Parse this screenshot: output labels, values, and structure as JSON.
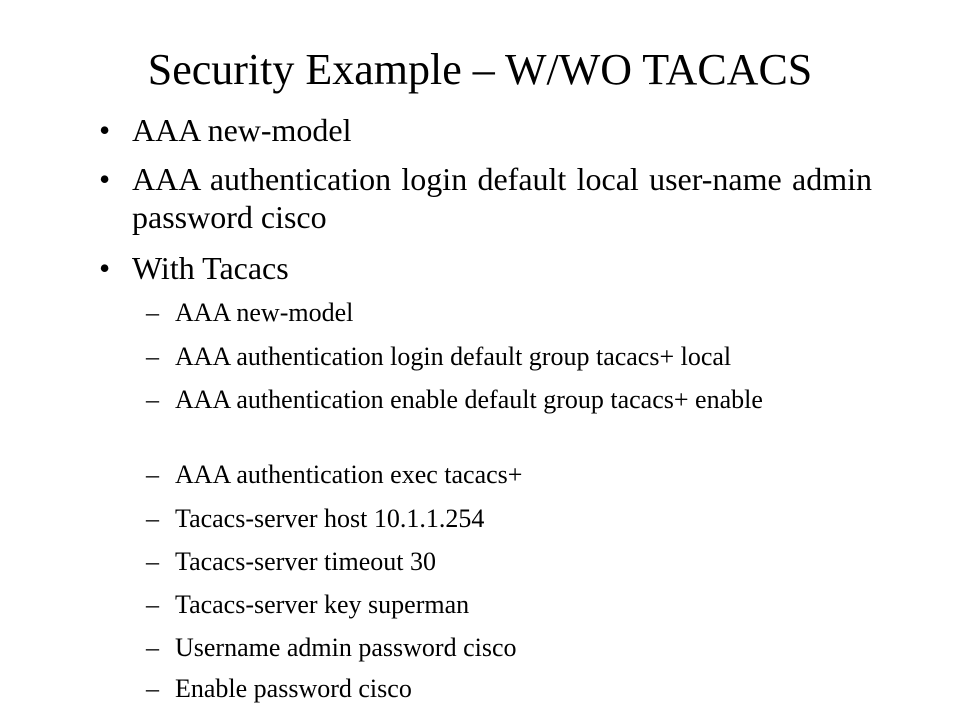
{
  "title": "Security Example – W/WO TACACS",
  "bullet_glyph": "•",
  "dash_glyph": "–",
  "level1": [
    "AAA new-model",
    "AAA authentication login default local user-name admin password cisco",
    "With Tacacs"
  ],
  "level2": [
    "AAA new-model",
    "AAA authentication login default group tacacs+ local",
    "AAA authentication enable default group tacacs+ enable",
    "AAA authentication exec tacacs+",
    "Tacacs-server host 10.1.1.254",
    "Tacacs-server timeout 30",
    "Tacacs-server key superman",
    "Username admin password cisco",
    "Enable password cisco"
  ]
}
